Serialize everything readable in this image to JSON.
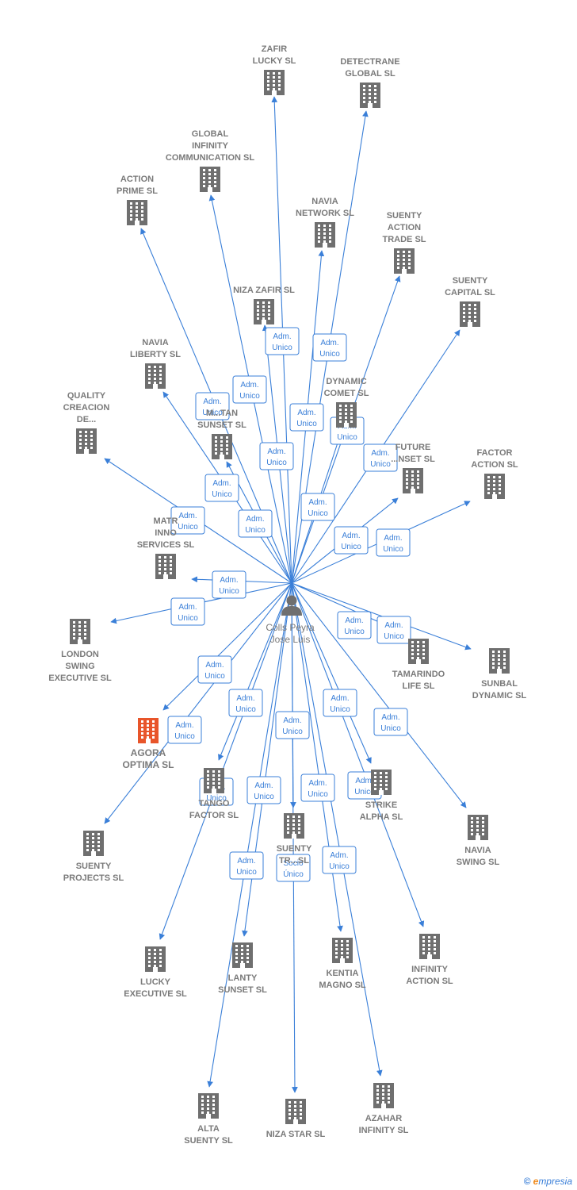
{
  "center": {
    "name_line1": "Colls Peyra",
    "name_line2": "Jose Luis",
    "icon": "person-icon"
  },
  "colors": {
    "edge": "#3a7fd8",
    "building": "#6f6f6f",
    "highlight": "#e8552a",
    "label": "#7a7a7a"
  },
  "nodes": [
    {
      "id": "zafir-lucky",
      "lines": [
        "ZAFIR",
        "LUCKY SL"
      ]
    },
    {
      "id": "detectrane-global",
      "lines": [
        "DETECTRANE",
        "GLOBAL  SL"
      ]
    },
    {
      "id": "global-infinity",
      "lines": [
        "GLOBAL",
        "INFINITY",
        "COMMUNICATION SL"
      ]
    },
    {
      "id": "action-prime",
      "lines": [
        "ACTION",
        "PRIME SL"
      ]
    },
    {
      "id": "navia-network",
      "lines": [
        "NAVIA",
        "NETWORK SL"
      ]
    },
    {
      "id": "suenty-action-trade",
      "lines": [
        "SUENTY",
        "ACTION",
        "TRADE SL"
      ]
    },
    {
      "id": "suenty-capital",
      "lines": [
        "SUENTY",
        "CAPITAL SL"
      ]
    },
    {
      "id": "niza-zafir",
      "lines": [
        "NIZA ZAFIR SL"
      ]
    },
    {
      "id": "navia-liberty",
      "lines": [
        "NAVIA",
        "LIBERTY SL"
      ]
    },
    {
      "id": "dynamic-comet",
      "lines": [
        "DYNAMIC",
        "COMET SL"
      ]
    },
    {
      "id": "quality-creacion",
      "lines": [
        "QUALITY",
        "CREACION",
        "DE..."
      ]
    },
    {
      "id": "manhattan-sunset",
      "lines": [
        "M...TAN",
        "SUNSET SL"
      ]
    },
    {
      "id": "future-sunset",
      "lines": [
        "FUTURE",
        "...NSET SL"
      ]
    },
    {
      "id": "factor-action",
      "lines": [
        "FACTOR",
        "ACTION SL"
      ]
    },
    {
      "id": "matrix-innovation",
      "lines": [
        "MATR",
        "INNO",
        "SERVICES SL"
      ]
    },
    {
      "id": "london-swing",
      "lines": [
        "LONDON",
        "SWING",
        "EXECUTIVE SL"
      ]
    },
    {
      "id": "tamarindo-life",
      "lines": [
        "TAMARINDO",
        "LIFE SL"
      ]
    },
    {
      "id": "sunbal-dynamic",
      "lines": [
        "SUNBAL",
        "DYNAMIC SL"
      ]
    },
    {
      "id": "agora-optima",
      "lines": [
        "AGORA",
        "OPTIMA  SL"
      ],
      "highlight": true
    },
    {
      "id": "tango-factor",
      "lines": [
        "TANGO",
        "FACTOR SL"
      ]
    },
    {
      "id": "strike-alpha",
      "lines": [
        "STRIKE",
        "ALPHA SL"
      ]
    },
    {
      "id": "suenty-projects",
      "lines": [
        "SUENTY",
        "PROJECTS SL"
      ]
    },
    {
      "id": "suenty-tr",
      "lines": [
        "SUENTY",
        "TR...SL"
      ]
    },
    {
      "id": "navia-swing",
      "lines": [
        "NAVIA",
        "SWING SL"
      ]
    },
    {
      "id": "lucky-executive",
      "lines": [
        "LUCKY",
        "EXECUTIVE SL"
      ]
    },
    {
      "id": "lanty-sunset",
      "lines": [
        "LANTY",
        "SUNSET SL"
      ]
    },
    {
      "id": "kentia-magno",
      "lines": [
        "KENTIA",
        "MAGNO SL"
      ]
    },
    {
      "id": "infinity-action",
      "lines": [
        "INFINITY",
        "ACTION SL"
      ]
    },
    {
      "id": "alta-suenty",
      "lines": [
        "ALTA",
        "SUENTY SL"
      ]
    },
    {
      "id": "niza-star",
      "lines": [
        "NIZA STAR SL"
      ]
    },
    {
      "id": "azahar-infinity",
      "lines": [
        "AZAHAR",
        "INFINITY SL"
      ]
    }
  ],
  "relations": [
    {
      "lines": [
        "Adm.",
        "Unico"
      ]
    },
    {
      "lines": [
        "Socio",
        "Único"
      ]
    }
  ],
  "footer": {
    "copyright": "©",
    "brand_e": "e",
    "brand_rest": "mpresia"
  }
}
